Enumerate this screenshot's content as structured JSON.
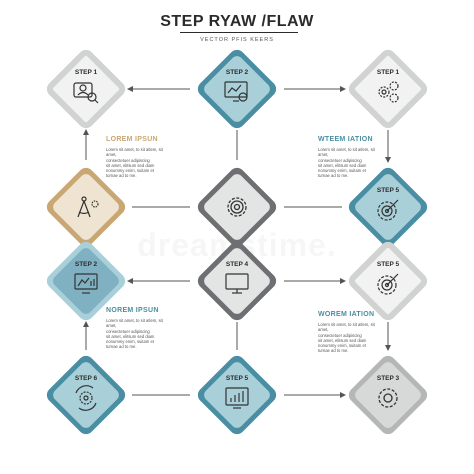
{
  "header": {
    "title": "STEP RYAW /FLAW",
    "subtitle": "VECTOR PFIS KEERS"
  },
  "watermark": "dreamstime.",
  "colors": {
    "teal": "#4a8ea3",
    "teal_fill": "#a9cfd9",
    "gray_outer": "#cfd2d1",
    "gray_fill": "#eceeed",
    "dark_gray": "#6e6f72",
    "gold": "#c9a773",
    "gold_fill": "#efe4d1",
    "line": "#555555"
  },
  "nodes": {
    "r1c1": {
      "label": "STEP 1",
      "icon": "person-search-icon"
    },
    "r1c2": {
      "label": "STEP 2",
      "icon": "analytics-screen-icon"
    },
    "r1c3": {
      "label": "STEP 1",
      "icon": "gears-icon"
    },
    "r2c1": {
      "label": "",
      "icon": "compass-gear-icon"
    },
    "r2c2": {
      "label": "",
      "icon": "gear-icon"
    },
    "r2c3": {
      "label": "STEP 5",
      "icon": "target-gear-icon"
    },
    "r3c1": {
      "label": "STEP 2",
      "icon": "chart-monitor-icon"
    },
    "r3c2": {
      "label": "STEP 4",
      "icon": "monitor-icon"
    },
    "r3c3": {
      "label": "STEP 5",
      "icon": "target-gear-icon"
    },
    "r4c1": {
      "label": "STEP 6",
      "icon": "gear-cycle-icon"
    },
    "r4c2": {
      "label": "STEP 5",
      "icon": "growth-chart-icon"
    },
    "r4c3": {
      "label": "STEP 3",
      "icon": "gear-icon"
    }
  },
  "text_blocks": {
    "top_left": {
      "heading": "LOREM IPSUN",
      "lines": [
        "Lorem sit amet, to sit atlem, sit amet,",
        "consectetuer adipiscing",
        "sit amet, elitsum sed diam",
        "nonummy enim, suitam et",
        "turnae ad to me."
      ]
    },
    "top_right": {
      "heading": "WTEEM IATION",
      "lines": [
        "Lorem sit amet, to sit atlem, sit amet,",
        "consectetuer adipiscing",
        "sit amet, elitsum sed diam",
        "nonummy enim, suitam et",
        "turnae ad to me."
      ]
    },
    "bottom_left": {
      "heading": "NOREM IPSUN",
      "lines": [
        "Lorem sit amet, to sit atlem, sit amet,",
        "consectetuer adipiscing",
        "sit amet, elitsum sed diam",
        "nonummy enim, suitam et",
        "turnae ad to me."
      ]
    },
    "bottom_right": {
      "heading": "WOREM IATION",
      "lines": [
        "Lorem sit amet, to sit atlem, sit amet,",
        "consectetuer adipiscing",
        "sit amet, elitsum sed diam",
        "nonummy enim, suitam et",
        "turnae ad to me."
      ]
    }
  }
}
